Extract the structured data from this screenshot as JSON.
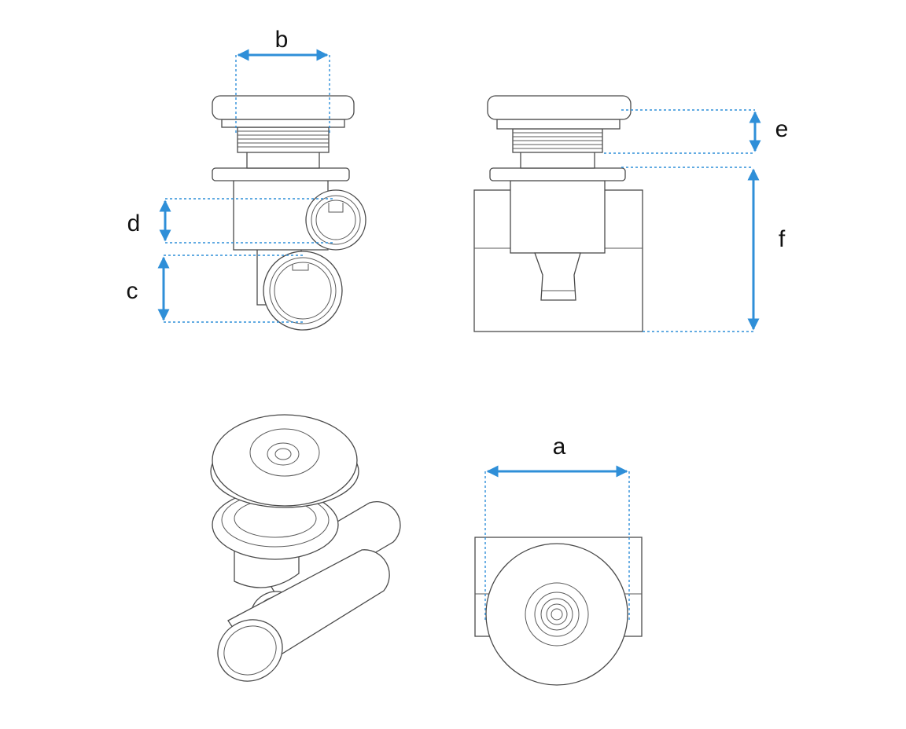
{
  "dimensions": {
    "a": "a",
    "b": "b",
    "c": "c",
    "d": "d",
    "e": "e",
    "f": "f"
  },
  "colors": {
    "dimension": "#2f8fd8",
    "outline": "#4a4a4a",
    "label": "#111111"
  }
}
